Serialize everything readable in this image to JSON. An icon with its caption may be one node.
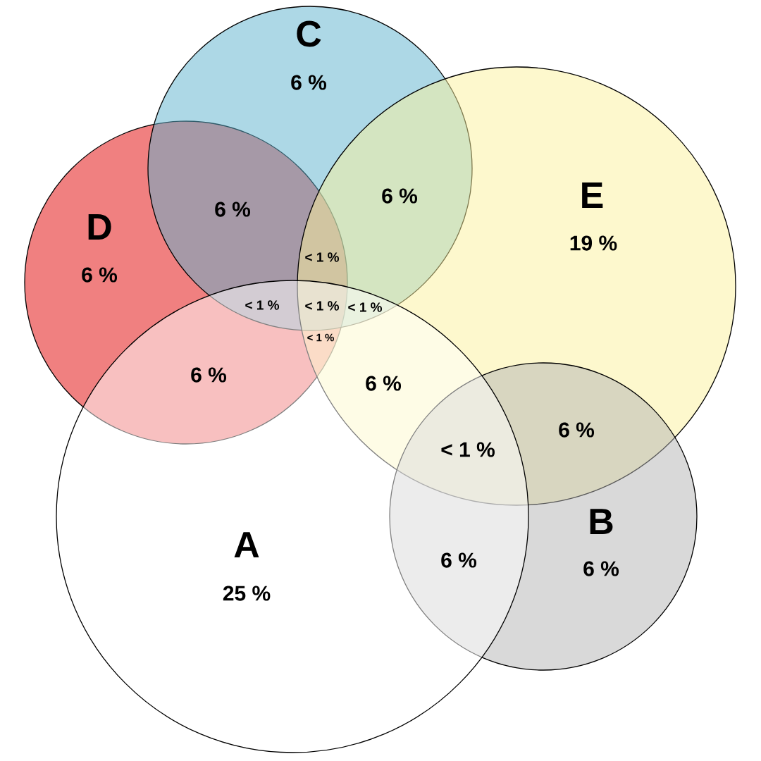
{
  "diagram": {
    "nodes": [
      {
        "text": [
          "C",
          "6 %"
        ]
      },
      {
        "text": [
          "E",
          "19 %"
        ]
      },
      {
        "text": [
          "D",
          "6 %"
        ]
      },
      {
        "text": [
          "A",
          "25 %"
        ]
      },
      {
        "text": [
          "B",
          "6 %"
        ]
      }
    ],
    "labels": [
      "6 %",
      "6 %",
      "< 1 %",
      "< 1 %",
      "< 1 %",
      "< 1 %",
      "< 1 %",
      "6 %",
      "6 %",
      "6 %",
      "< 1 %",
      "6 %"
    ]
  }
}
